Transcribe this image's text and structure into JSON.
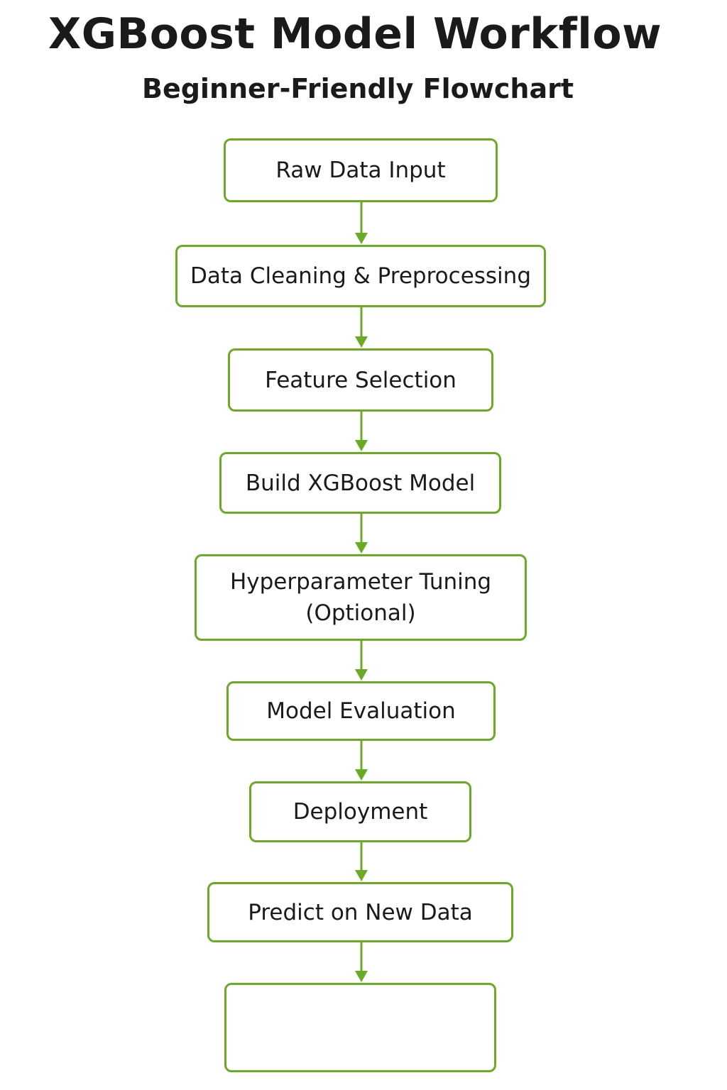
{
  "title": "XGBoost Model Workflow",
  "subtitle": "Beginner-Friendly Flowchart",
  "colors": {
    "accent": "#6aaa25",
    "text": "#1a1a1a",
    "background": "#ffffff"
  },
  "steps": [
    {
      "id": "raw-data-input",
      "label": "Raw Data Input"
    },
    {
      "id": "data-cleaning",
      "label": "Data Cleaning & Preprocessing"
    },
    {
      "id": "feature-selection",
      "label": "Feature Selection"
    },
    {
      "id": "build-model",
      "label": "Build XGBoost Model"
    },
    {
      "id": "hyperparameter-tuning",
      "label": "Hyperparameter Tuning\n(Optional)"
    },
    {
      "id": "model-evaluation",
      "label": "Model Evaluation"
    },
    {
      "id": "deployment",
      "label": "Deployment"
    },
    {
      "id": "predict",
      "label": "Predict on New Data"
    },
    {
      "id": "final-step",
      "label": ""
    }
  ],
  "edges": [
    {
      "from": "raw-data-input",
      "to": "data-cleaning"
    },
    {
      "from": "data-cleaning",
      "to": "feature-selection"
    },
    {
      "from": "feature-selection",
      "to": "build-model"
    },
    {
      "from": "build-model",
      "to": "hyperparameter-tuning"
    },
    {
      "from": "hyperparameter-tuning",
      "to": "model-evaluation"
    },
    {
      "from": "model-evaluation",
      "to": "deployment"
    },
    {
      "from": "deployment",
      "to": "predict"
    },
    {
      "from": "predict",
      "to": "final-step"
    }
  ]
}
